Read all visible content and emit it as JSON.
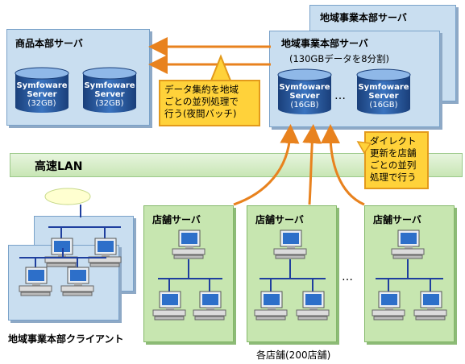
{
  "shohin_server": {
    "title": "商品本部サーバ",
    "db1": {
      "name1": "Symfoware",
      "name2": "Server",
      "size": "(32GB)"
    },
    "db2": {
      "name1": "Symfoware",
      "name2": "Server",
      "size": "(32GB)"
    }
  },
  "region_server_back": {
    "title": "地域事業本部サーバ"
  },
  "region_server": {
    "title": "地域事業本部サーバ",
    "subtitle": "(130GBデータを8分割)",
    "db1": {
      "name1": "Symfoware",
      "name2": "Server",
      "size": "(16GB)"
    },
    "db2": {
      "name1": "Symfoware",
      "name2": "Server",
      "size": "(16GB)"
    },
    "dots": "…"
  },
  "callout_batch": {
    "lines": [
      "データ集約を地域",
      "ごとの並列処理で",
      "行う(夜間バッチ)"
    ]
  },
  "callout_direct": {
    "lines": [
      "ダイレクト",
      "更新を店舗",
      "ごとの並列",
      "処理で行う"
    ]
  },
  "lan": {
    "label": "高速LAN"
  },
  "clients": {
    "caption": "地域事業本部クライアント"
  },
  "stores": [
    {
      "title": "店舗サーバ"
    },
    {
      "title": "店舗サーバ"
    },
    {
      "title": "店舗サーバ"
    }
  ],
  "stores_dots": "…",
  "stores_caption": "各店舗(200店舗)",
  "colors": {
    "server_box": "#c9def0",
    "store_box": "#c7e6b0",
    "arrow": "#e8821e",
    "callout": "#ffd23a",
    "network_line": "#1f3f9e"
  }
}
